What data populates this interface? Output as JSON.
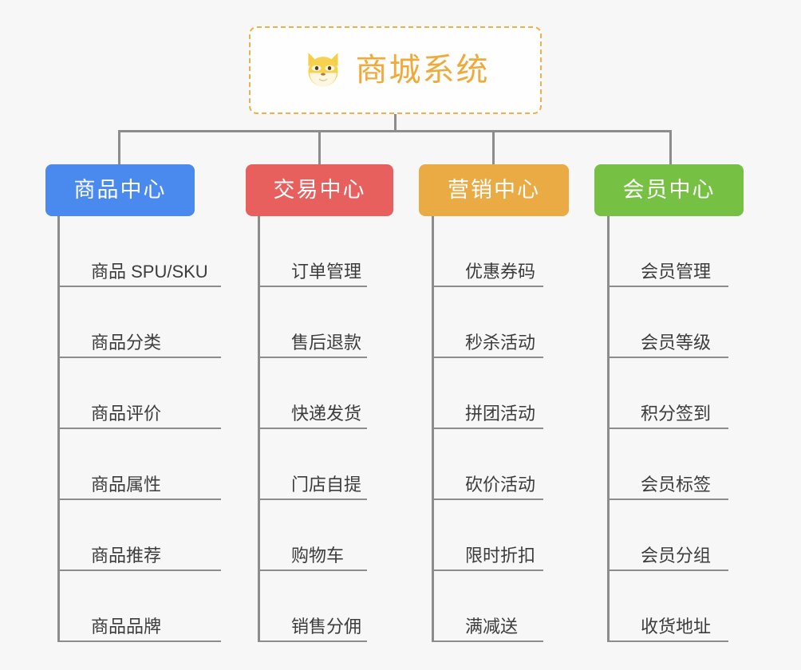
{
  "page": {
    "background_color": "#f7f7f7",
    "connector_color": "#8c8c8c",
    "leaf_text_color": "#3c3c3c"
  },
  "root": {
    "title": "商城系统",
    "icon": "shiba-dog-face-icon",
    "text_color": "#eeab3c",
    "border_color": "#eeb04a",
    "background_color": "#fefefe"
  },
  "branches": [
    {
      "label": "商品中心",
      "color": "#4a89ee",
      "items": [
        {
          "label": "商品 SPU/SKU"
        },
        {
          "label": "商品分类"
        },
        {
          "label": "商品评价"
        },
        {
          "label": "商品属性"
        },
        {
          "label": "商品推荐"
        },
        {
          "label": "商品品牌"
        }
      ]
    },
    {
      "label": "交易中心",
      "color": "#e8605d",
      "items": [
        {
          "label": "订单管理"
        },
        {
          "label": "售后退款"
        },
        {
          "label": "快递发货"
        },
        {
          "label": "门店自提"
        },
        {
          "label": "购物车"
        },
        {
          "label": "销售分佣"
        }
      ]
    },
    {
      "label": "营销中心",
      "color": "#eaaa44",
      "items": [
        {
          "label": "优惠券码"
        },
        {
          "label": "秒杀活动"
        },
        {
          "label": "拼团活动"
        },
        {
          "label": "砍价活动"
        },
        {
          "label": "限时折扣"
        },
        {
          "label": "满减送"
        }
      ]
    },
    {
      "label": "会员中心",
      "color": "#76c043",
      "items": [
        {
          "label": "会员管理"
        },
        {
          "label": "会员等级"
        },
        {
          "label": "积分签到"
        },
        {
          "label": "会员标签"
        },
        {
          "label": "会员分组"
        },
        {
          "label": "收货地址"
        }
      ]
    }
  ]
}
